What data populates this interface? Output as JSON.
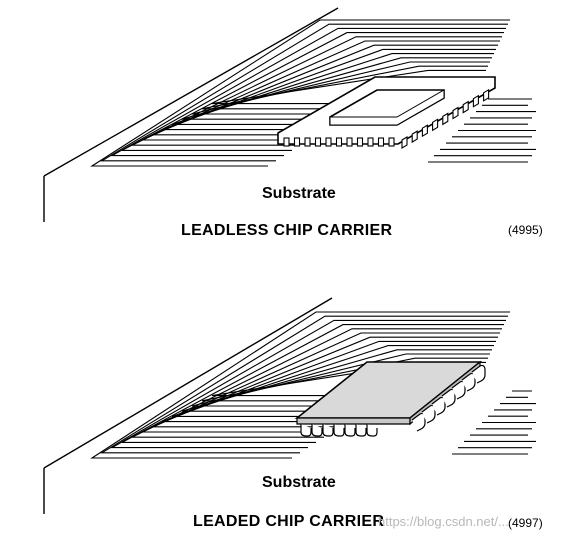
{
  "colors": {
    "line": "#000000",
    "package_fill": "#d9d9d9",
    "background": "#ffffff",
    "watermark": "#b8b8b8"
  },
  "diagram_top": {
    "substrate_label": "Substrate",
    "title": "LEADLESS CHIP CARRIER",
    "figure_number": "(4995)"
  },
  "diagram_bottom": {
    "substrate_label": "Substrate",
    "title": "LEADED CHIP CARRIER",
    "figure_number": "(4997)"
  },
  "watermark": "https://blog.csdn.net/..."
}
